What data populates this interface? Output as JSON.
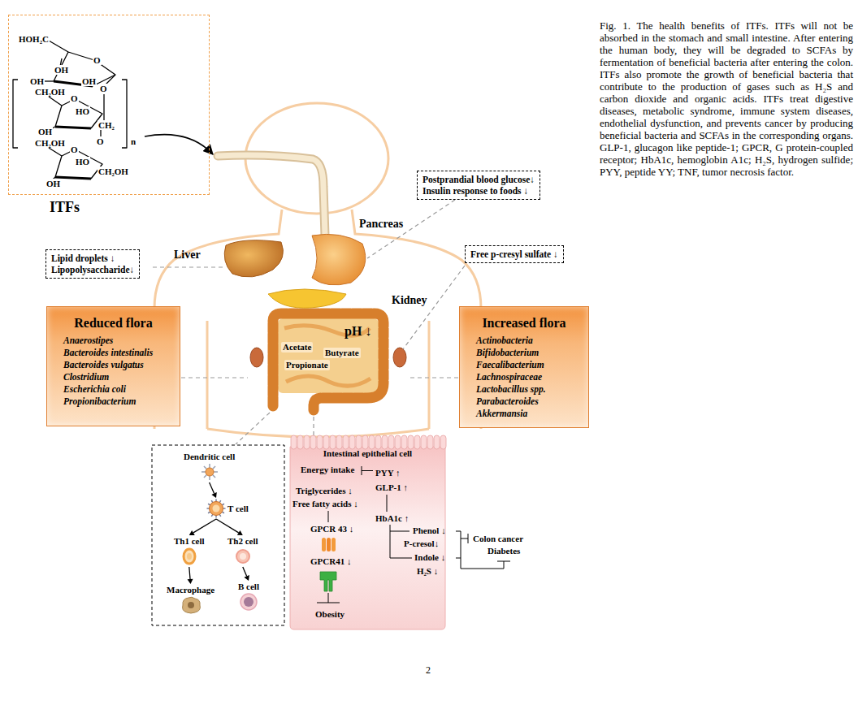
{
  "diagram": {
    "caption": "Fig. 1. The health benefits of ITFs. ITFs will not be absorbed in the stomach and small intestine. After entering the human body, they will be degraded to SCFAs by fermentation of beneficial bacteria after entering the colon. ITFs also promote the growth of beneficial bacteria that contribute to the production of gases such as H₂S and carbon dioxide and organic acids. ITFs treat digestive diseases, metabolic syndrome, immune system diseases, endothelial dysfunction, and prevents cancer by producing beneficial bacteria and SCFAs in the corresponding organs. GLP-1, glucagon like peptide-1; GPCR, G protein-coupled receptor; HbA1c, hemoglobin A1c; H₂S, hydrogen sulfide; PYY, peptide YY; TNF, tumor necrosis factor.",
    "nodes": [
      {
        "text": [
          "ITFs"
        ]
      },
      {
        "text": [
          "Lipid droplets ↓",
          "Lipopolysaccharide↓"
        ]
      },
      {
        "text": [
          "Postprandial blood glucose↓",
          "Insulin response to foods ↓"
        ]
      },
      {
        "text": [
          "Free p-cresyl sulfate ↓"
        ]
      },
      {
        "text": [
          "Reduced flora",
          "Anaerostipes",
          "Bacteroides intestinalis",
          "Bacteroides vulgatus",
          "Clostridium",
          "Escherichia coli",
          "Propionibacterium"
        ]
      },
      {
        "text": [
          "Increased flora",
          "Actinobacteria",
          "Bifidobacterium",
          "Faecalibacterium",
          "Lachnospiraceae",
          "Lactobacillus spp.",
          "Parabacteroides",
          "Akkermansia"
        ]
      },
      {
        "text": [
          "Intestinal epithelial cell"
        ]
      },
      {
        "text": [
          "Dendritic cell"
        ]
      },
      {
        "text": [
          "T cell"
        ]
      },
      {
        "text": [
          "Th1 cell"
        ]
      },
      {
        "text": [
          "Th2 cell"
        ]
      },
      {
        "text": [
          "Macrophage"
        ]
      },
      {
        "text": [
          "B cell"
        ]
      }
    ],
    "edges": [
      {
        "from": 7,
        "to": 8,
        "arrow": "to"
      },
      {
        "from": 8,
        "to": 9,
        "arrow": "to"
      },
      {
        "from": 8,
        "to": 10,
        "arrow": "to"
      },
      {
        "from": 9,
        "to": 11,
        "arrow": "to"
      },
      {
        "from": 10,
        "to": 12,
        "arrow": "to"
      }
    ],
    "labels": [
      "HOH₂C",
      "OH",
      "O",
      "OH",
      "OH",
      "O",
      "CH₂OH",
      "O",
      "HO",
      "CH₂",
      "OH",
      "CH₂OH",
      "O",
      "n",
      "O",
      "HO",
      "CH₂OH",
      "OH",
      "Pancreas",
      "Liver",
      "Kidney",
      "pH ↓",
      "Acetate",
      "Butyrate",
      "Propionate",
      "Energy intake",
      "PYY ↑",
      "GLP-1 ↑",
      "Triglycerides ↓",
      "Free fatty acids ↓",
      "HbA1c ↑",
      "GPCR 43 ↓",
      "GPCR41 ↓",
      "Obesity",
      "Phenol ↓",
      "P-cresol↓",
      "Indole ↓",
      "H₂S ↓",
      "Colon cancer",
      "Diabetes",
      "2"
    ]
  }
}
